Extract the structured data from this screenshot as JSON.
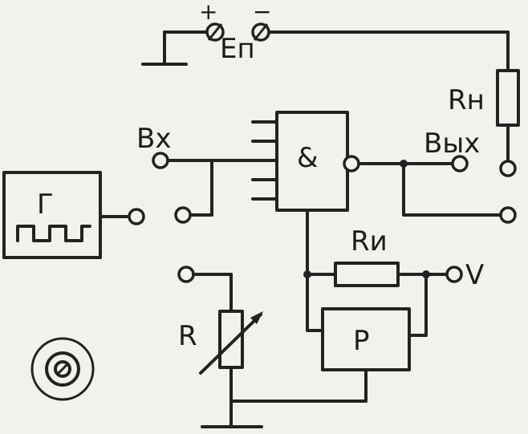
{
  "labels": {
    "plus": "+",
    "minus": "−",
    "supply": "Eп",
    "load_resistor": "Rн",
    "input": "Вх",
    "output": "Вых",
    "gate_symbol": "&",
    "generator": "Г",
    "measure_resistor": "Rи",
    "voltmeter_terminal": "V",
    "variable_resistor": "R",
    "relay_block": "Р"
  }
}
